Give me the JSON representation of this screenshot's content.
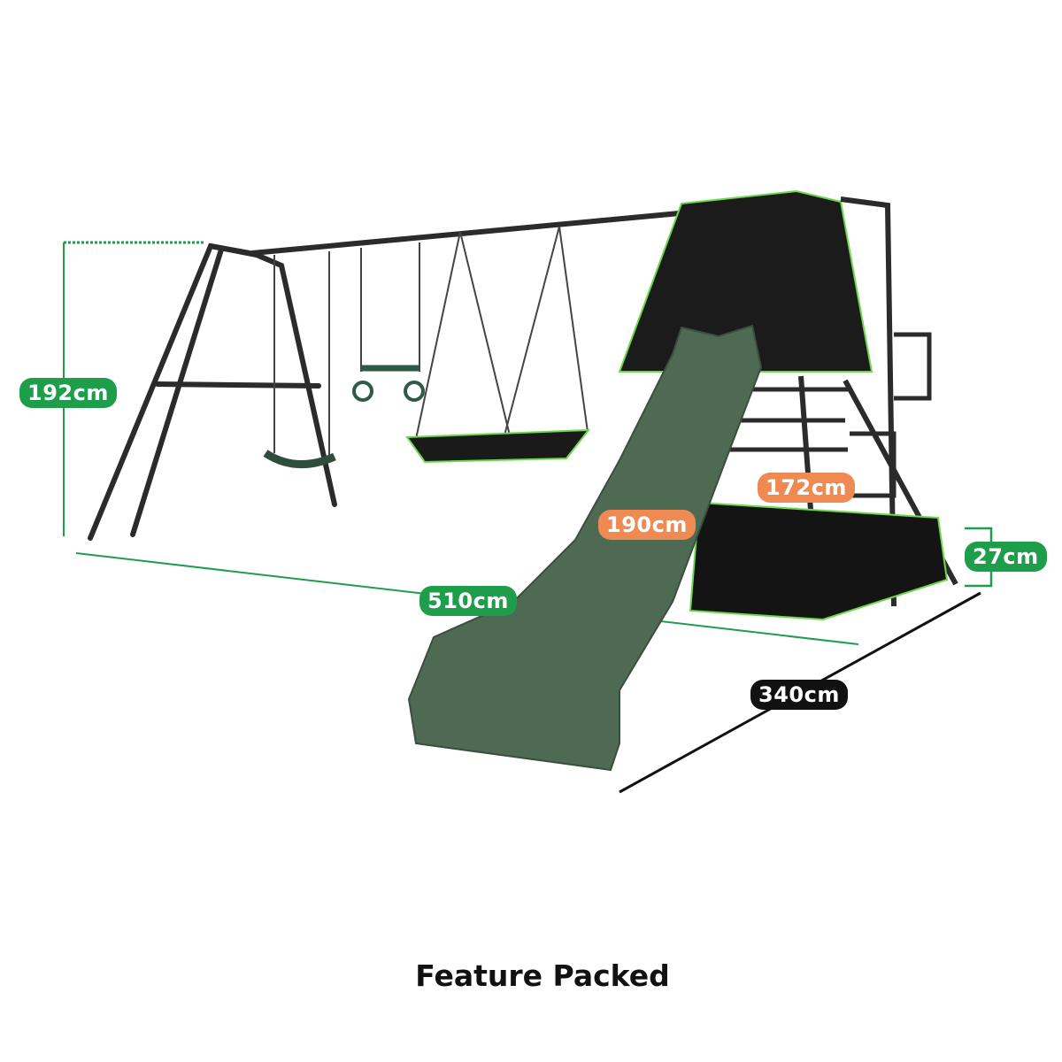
{
  "dimensions": {
    "height": "192cm",
    "length": "510cm",
    "depth": "340cm",
    "sandpit_length": "190cm",
    "sandpit_width": "172cm",
    "sandpit_height": "27cm"
  },
  "caption": "Feature Packed",
  "colors": {
    "green_badge": "#1e9e4a",
    "orange_badge": "#ef8a52",
    "black_badge": "#111111",
    "slide": "#4f6a52",
    "frame": "#2b2b2b"
  }
}
